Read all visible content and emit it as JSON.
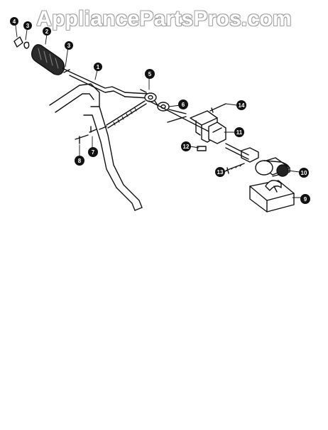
{
  "watermark": "AppliancePartsPros.com",
  "callouts": [
    {
      "number": "4"
    },
    {
      "number": "3"
    },
    {
      "number": "2"
    },
    {
      "number": "3"
    },
    {
      "number": "1"
    },
    {
      "number": "5"
    },
    {
      "number": "6"
    },
    {
      "number": "14"
    },
    {
      "number": "11"
    },
    {
      "number": "12"
    },
    {
      "number": "8"
    },
    {
      "number": "7"
    },
    {
      "number": "13"
    },
    {
      "number": "10"
    },
    {
      "number": "9"
    }
  ],
  "colors": {
    "ink": "#111111",
    "background": "#ffffff",
    "watermark_outline": "#9a9a9a"
  }
}
